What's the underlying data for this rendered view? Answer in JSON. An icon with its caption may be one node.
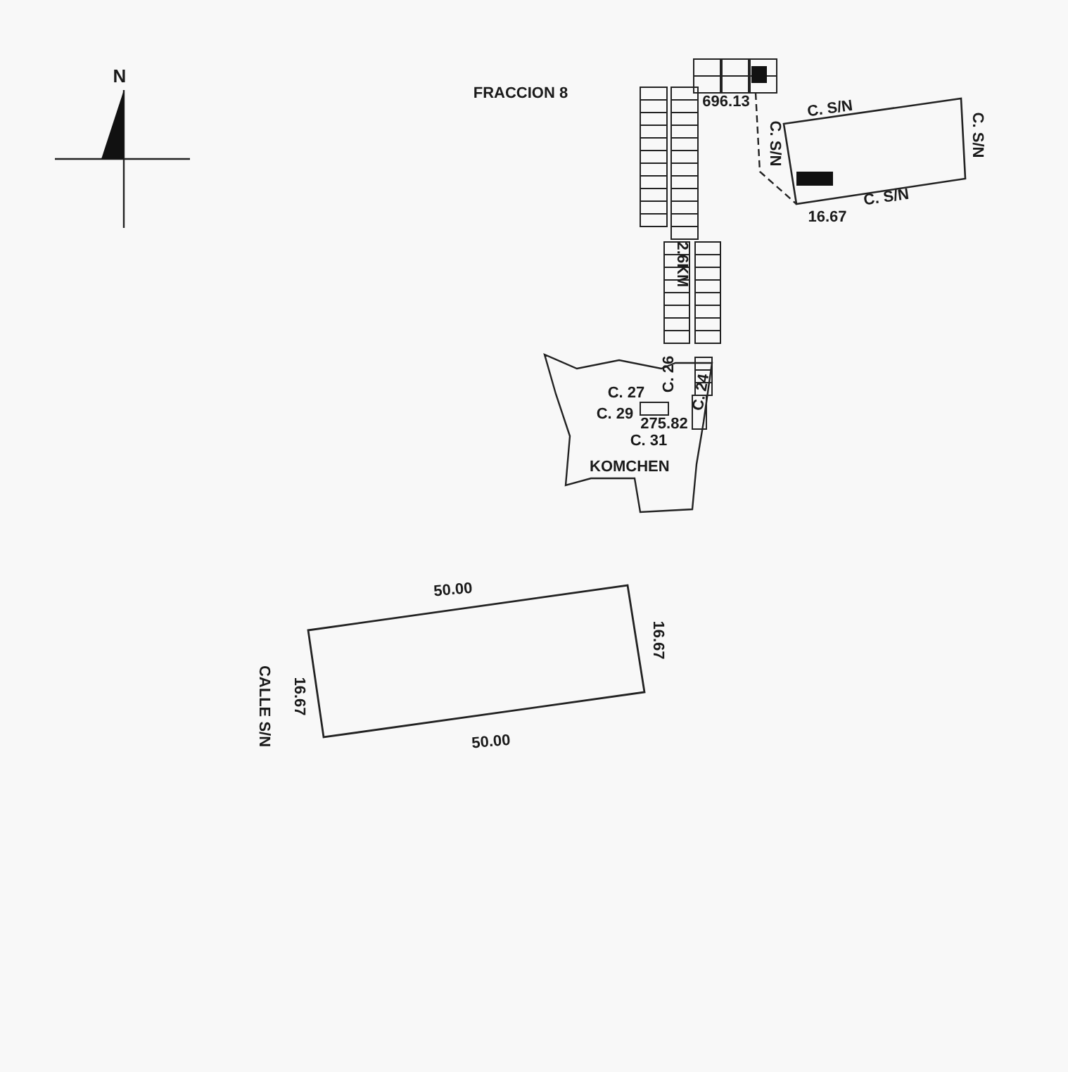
{
  "diagram": {
    "nodes": [
      {
        "text": [
          "KOMCHEN"
        ]
      }
    ],
    "labels": [
      "N",
      "FRACCION 8",
      "696.13",
      "C. S/N",
      "C. S/N",
      "C. S/N",
      "16.67",
      "C. S/N",
      "2.6KM",
      "C. 26",
      "C. 27",
      "C. 24",
      "C. 29",
      "275.82",
      "C. 31",
      "50.00",
      "16.67",
      "CALLE S/N",
      "16.67",
      "50.00"
    ]
  }
}
